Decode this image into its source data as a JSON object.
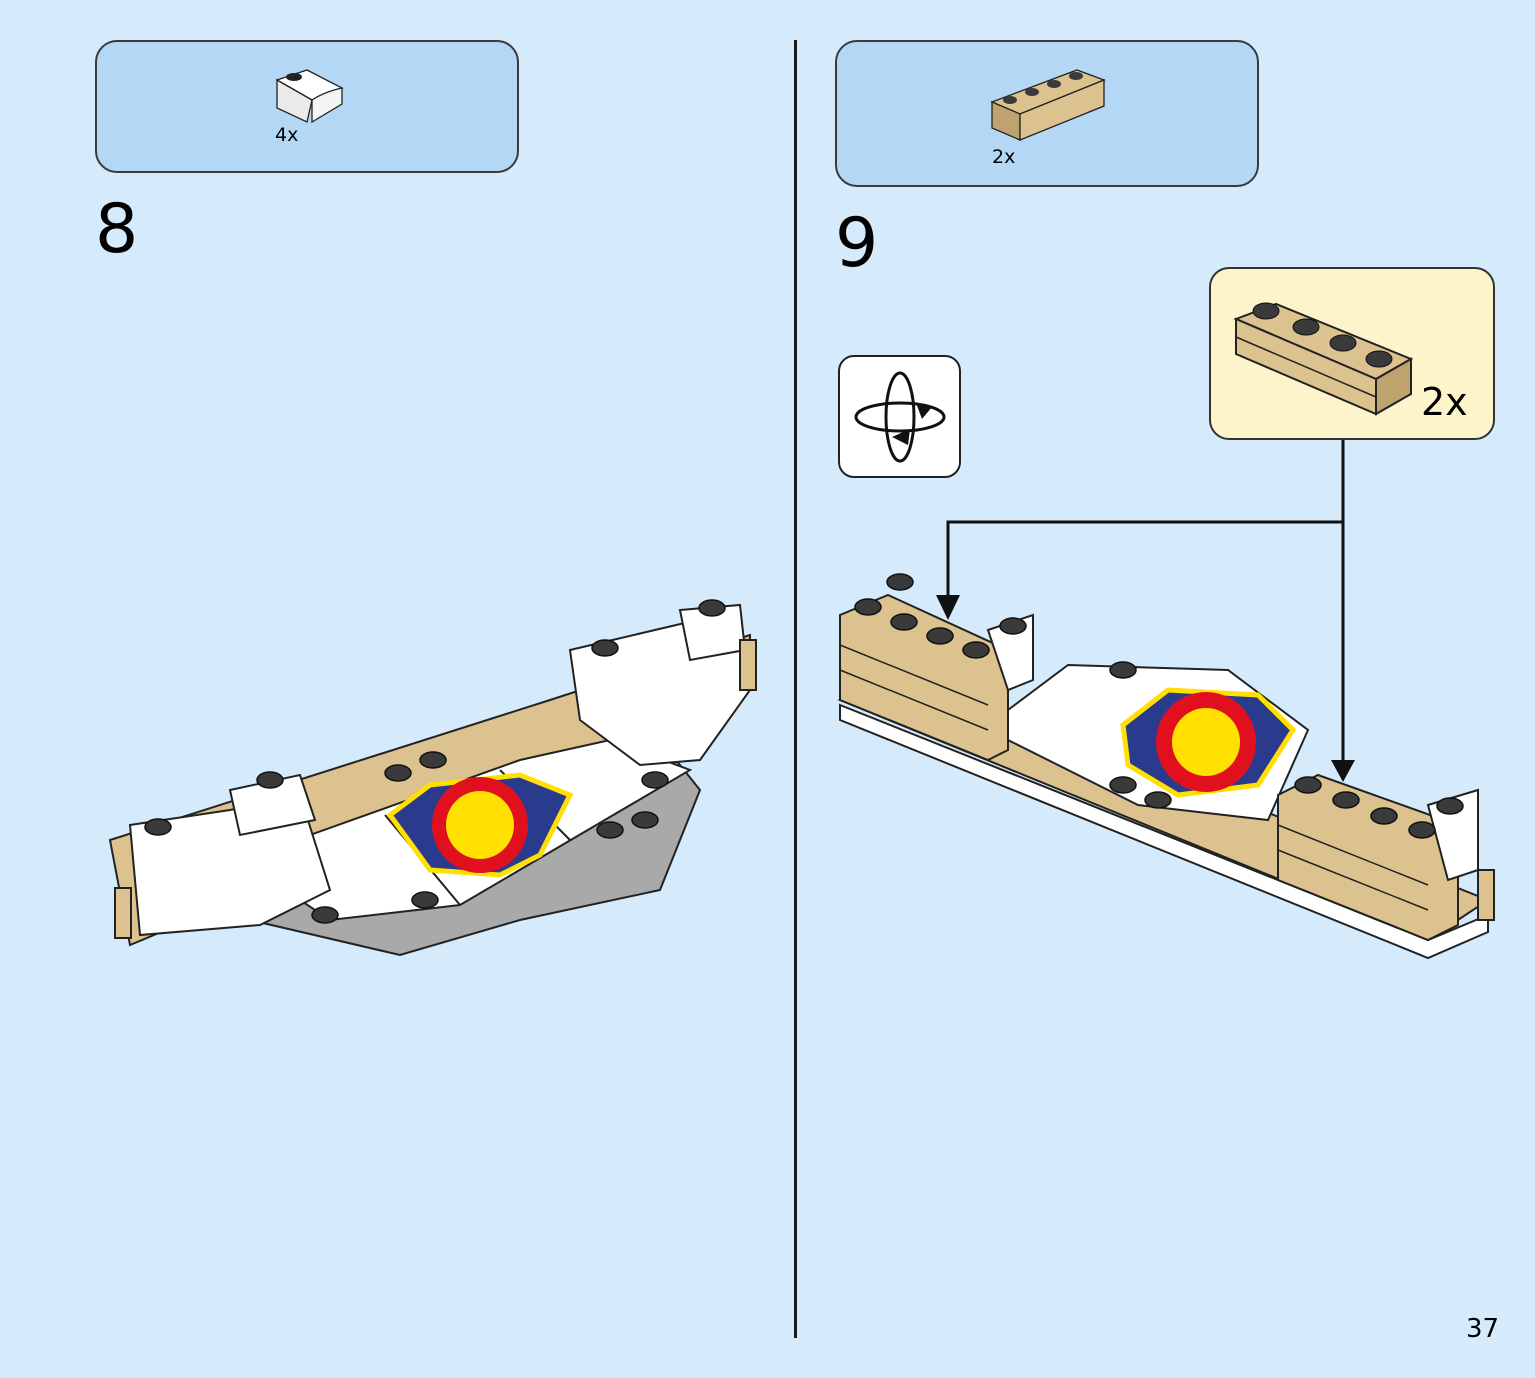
{
  "page": {
    "number": "37"
  },
  "steps": [
    {
      "number": "8",
      "parts": [
        {
          "qty": "4x",
          "part": "white-curved-slope-1x2",
          "color": "#ffffff"
        }
      ]
    },
    {
      "number": "9",
      "parts": [
        {
          "qty": "2x",
          "part": "tan-masonry-brick-1x4",
          "color": "#dcc28e"
        }
      ],
      "rotate_model": true,
      "callout": {
        "qty": "2x",
        "part": "tan-masonry-brick-1x4"
      }
    }
  ],
  "colors": {
    "background": "#d5ebfb",
    "parts_box": "#b3d7f4",
    "callout_box": "#fdf4cc",
    "tan": "#dcc28e",
    "tan_dark": "#bfa36e",
    "white_brick": "#ffffff",
    "grey": "#a9a9a9",
    "sun_yellow": "#ffe000",
    "sun_red": "#e0101e",
    "tile_navy": "#2a3a8c",
    "tile_purple": "#a583dc"
  }
}
